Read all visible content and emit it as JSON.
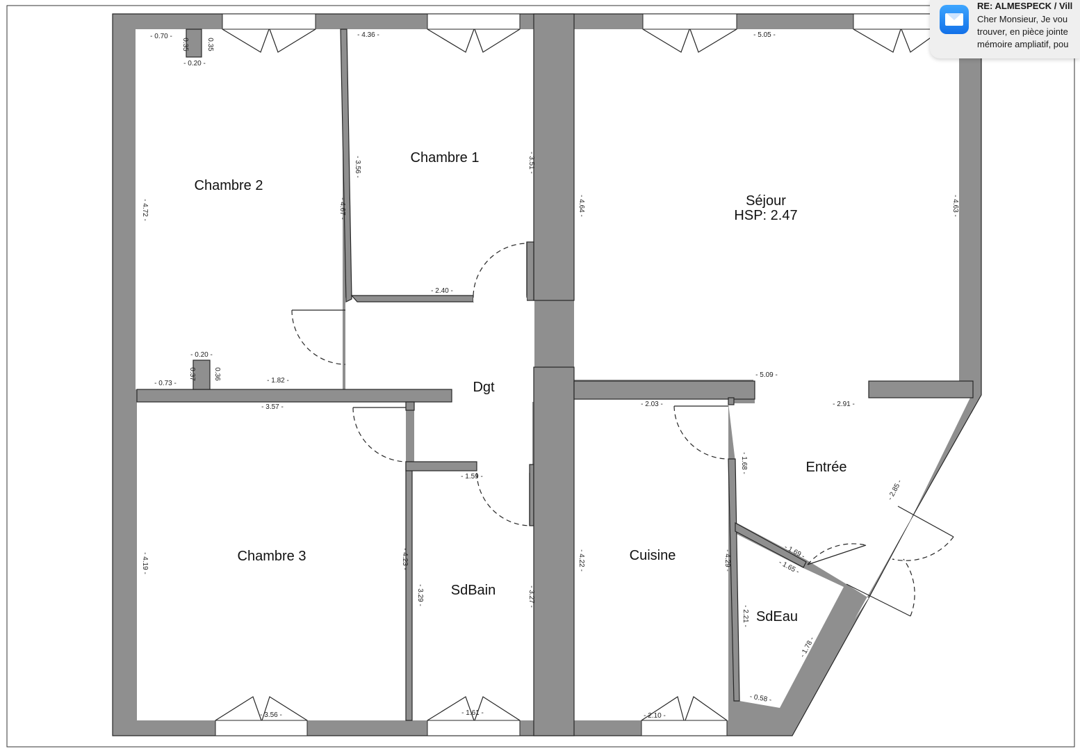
{
  "plan": {
    "rooms": {
      "chambre1": "Chambre 1",
      "chambre2": "Chambre 2",
      "chambre3": "Chambre 3",
      "sejour": "Séjour",
      "hsp": "HSP: 2.47",
      "dgt": "Dgt",
      "entree": "Entrée",
      "cuisine": "Cuisine",
      "sdbain": "SdBain",
      "sdeau": "SdEau"
    },
    "dimensions": {
      "ch2_top_left": "- 0.70 -",
      "ch2_niche_a": "0.35",
      "ch2_niche_b": "0.35",
      "ch2_niche_c": "- 0.20 -",
      "ch2_left": "- 4.72 -",
      "ch2_right": "- 4.67 -",
      "ch2_bottom_niche": "- 0.20 -",
      "ch2_bottom_a": "0.37",
      "ch2_bottom_b": "0.36",
      "ch2_bottom_left": "- 0.73 -",
      "ch2_bottom": "- 1.82 -",
      "ch1_top": "- 4.36 -",
      "ch1_left": "- 3.56 -",
      "ch1_right": "- 3.51 -",
      "ch1_bottom": "- 2.40 -",
      "sej_left": "- 4.64 -",
      "sej_top": "- 5.05 -",
      "sej_right": "- 4.63 -",
      "sej_bottom": "- 5.09 -",
      "ch3_top": "- 3.57 -",
      "ch3_left": "- 4.19 -",
      "ch3_right": "- 4.23 -",
      "ch3_bottom": "- 3.56 -",
      "sdb_top": "- 1.59 -",
      "sdb_left": "- 3.29 -",
      "sdb_right": "- 3.27 -",
      "sdb_bottom": "- 1.61 -",
      "cui_top": "- 2.03 -",
      "cui_left": "- 4.22 -",
      "cui_right": "- 4.29 -",
      "cui_bottom": "- 2.10 -",
      "ent_top": "- 2.91 -",
      "ent_mid": "- 1.68 -",
      "ent_diag": "- 2.85 -",
      "sde_diag_a": "- 1.69 -",
      "sde_diag_b": "- 1.65 -",
      "sde_left": "- 2.21 -",
      "sde_right": "- 1.78 -",
      "sde_bottom": "- 0.58 -"
    }
  },
  "notification": {
    "title": "RE: ALMESPECK / Vill",
    "line1": "Cher Monsieur, Je vou",
    "line2": "trouver, en pièce jointe",
    "line3": "mémoire ampliatif, pou"
  },
  "colors": {
    "wall": "#8f8f8f",
    "outline": "#262626",
    "notification_bg": "#efefef",
    "mail_icon": "#1f8cf5"
  }
}
